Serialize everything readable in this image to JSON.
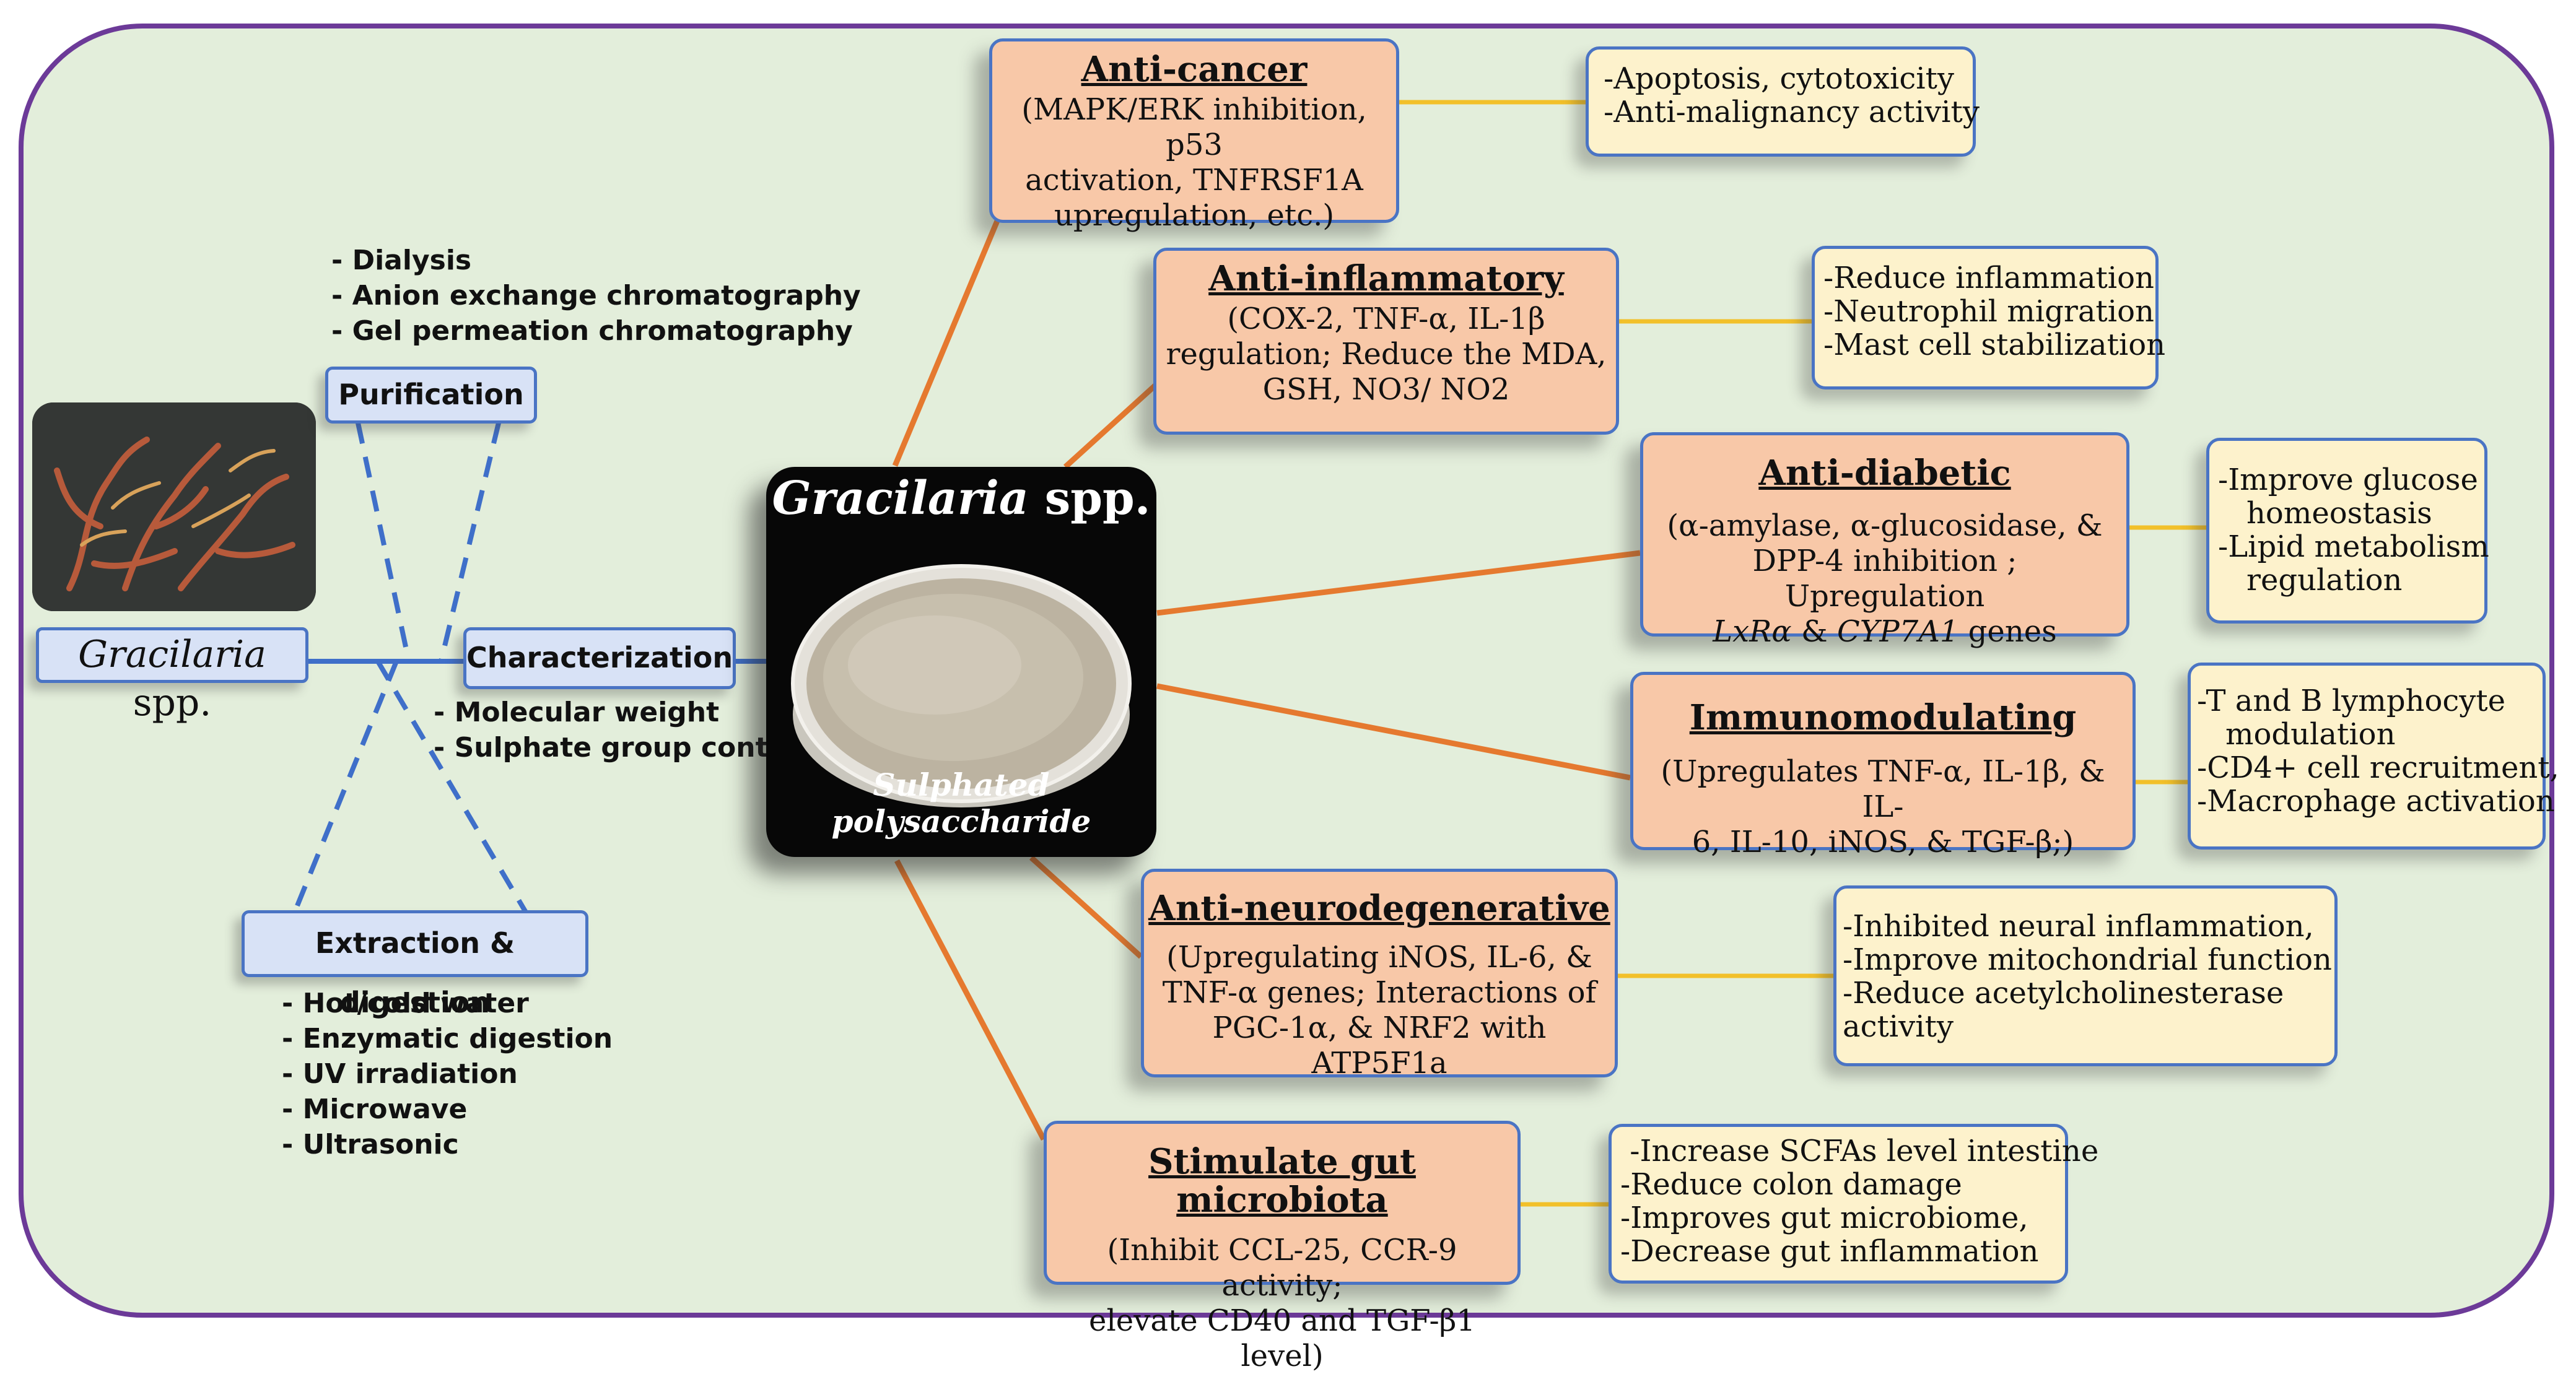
{
  "center": {
    "title_italic": "Gracilaria",
    "title_rest": " spp.",
    "subtitle": "Sulphated polysaccharide"
  },
  "left": {
    "seaweed_label_italic": "Gracilaria",
    "seaweed_label_rest": " spp.",
    "purification": {
      "label": "Purification",
      "methods": [
        "- Dialysis",
        "- Anion exchange chromatography",
        "- Gel permeation chromatography"
      ]
    },
    "characterization": {
      "label": "Characterization",
      "methods": [
        "- Molecular weight",
        "- Sulphate group content"
      ]
    },
    "extraction": {
      "label": "Extraction & digestion",
      "methods": [
        "- Hot/cold water",
        "- Enzymatic digestion",
        "- UV irradiation",
        "- Microwave",
        "- Ultrasonic"
      ]
    }
  },
  "activities": [
    {
      "title": "Anti-cancer",
      "mechanism": [
        "(MAPK/ERK inhibition, p53",
        "activation, TNFRSF1A",
        "upregulation, etc.)"
      ],
      "effects": [
        "-Apoptosis, cytotoxicity",
        "-Anti-malignancy activity"
      ]
    },
    {
      "title": "Anti-inflammatory",
      "mechanism": [
        "(COX-2, TNF-α, IL-1β",
        "regulation; Reduce the MDA,",
        "GSH, NO3/ NO2"
      ],
      "effects": [
        "-Reduce inflammation",
        "-Neutrophil migration",
        "-Mast cell stabilization"
      ]
    },
    {
      "title": "Anti-diabetic",
      "mechanism": [
        "(α-amylase, α-glucosidase, &",
        "DPP-4 inhibition ; Upregulation"
      ],
      "mechanism_genes": {
        "g1": "LxRα",
        "amp": " & ",
        "g2": "CYP7A1",
        "tail": " genes"
      },
      "effects": [
        "-Improve glucose",
        "  homeostasis",
        "-Lipid metabolism",
        "  regulation"
      ]
    },
    {
      "title": "Immunomodulating",
      "mechanism": [
        "(Upregulates TNF-α, IL-1β, & IL-",
        "6, IL-10, iNOS, & TGF-β;)"
      ],
      "effects": [
        "-T and B lymphocyte",
        "  modulation",
        "-CD4+ cell recruitment,",
        "-Macrophage activation"
      ]
    },
    {
      "title": "Anti-neurodegenerative",
      "mechanism": [
        "(Upregulating iNOS, IL-6, &",
        "TNF-α genes; Interactions of",
        "PGC-1α, & NRF2 with ATP5F1a"
      ],
      "effects": [
        "-Inhibited neural inflammation,",
        "-Improve mitochondrial function",
        "-Reduce acetylcholinesterase",
        "activity"
      ]
    },
    {
      "title": "Stimulate gut microbiota",
      "mechanism": [
        "(Inhibit CCL-25, CCR-9 activity;",
        "elevate CD40 and TGF-β1 level)"
      ],
      "effects": [
        " -Increase SCFAs level intestine",
        "-Reduce colon damage",
        "-Improves gut microbiome,",
        "-Decrease gut inflammation"
      ]
    }
  ],
  "colors": {
    "background": "#e3eedb",
    "frame_border": "#6c3a98",
    "activity_box": "#f8c8a8",
    "effect_box": "#fdf2cc",
    "method_box": "#d8e2f6",
    "box_border": "#4a74c4",
    "orange_connector": "#e5792f",
    "yellow_connector": "#f2c02a",
    "blue_connector": "#3f6fc9"
  },
  "icons": [
    "seaweed-photo",
    "powder-dish-photo"
  ]
}
